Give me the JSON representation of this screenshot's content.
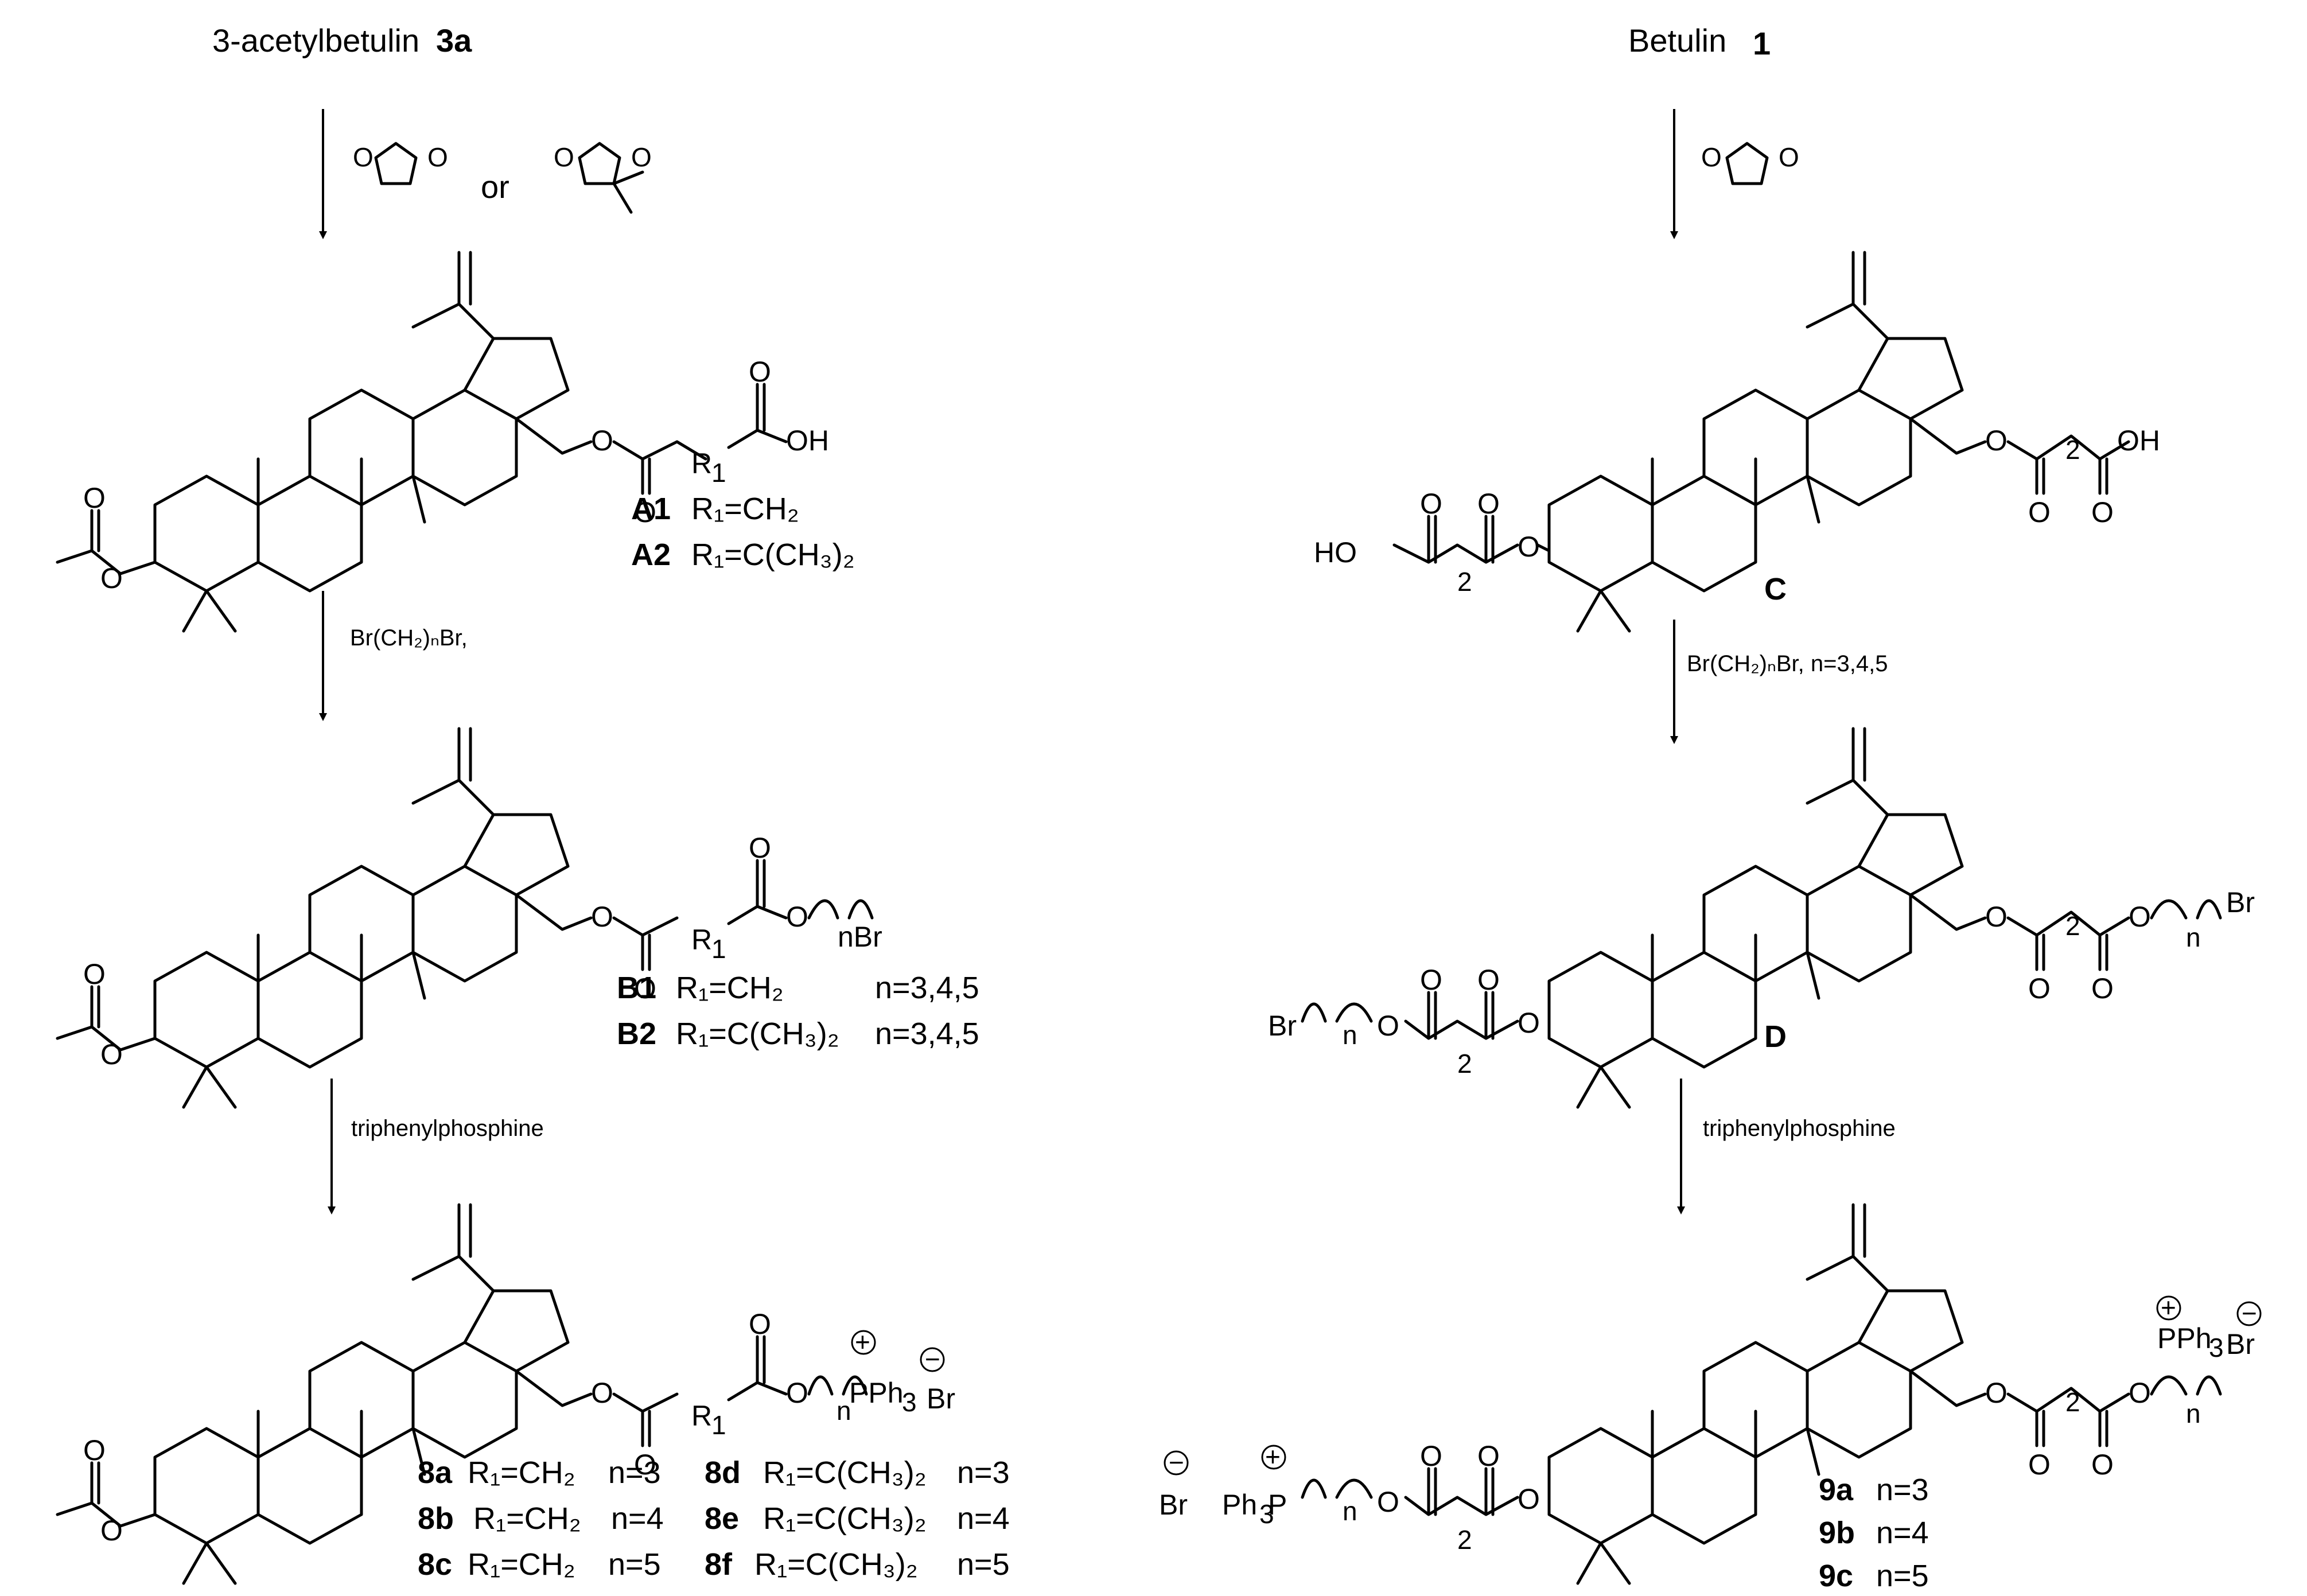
{
  "left": {
    "start": {
      "name": "3-acetylbetulin",
      "num": "3a"
    },
    "step1": {
      "reagent_sep": "or"
    },
    "A": {
      "items": [
        {
          "code": "A1",
          "r": "R₁=CH₂"
        },
        {
          "code": "A2",
          "r": "R₁=C(CH₃)₂"
        }
      ]
    },
    "step2": {
      "reagent": "Br(CH₂)ₙBr,"
    },
    "B": {
      "items": [
        {
          "code": "B1",
          "r": "R₁=CH₂",
          "n": "n=3,4,5"
        },
        {
          "code": "B2",
          "r": "R₁=C(CH₃)₂",
          "n": "n=3,4,5"
        }
      ]
    },
    "step3": {
      "reagent": "triphenylphosphine"
    },
    "products": [
      {
        "code": "8a",
        "r": "R₁=CH₂",
        "n": "n=3"
      },
      {
        "code": "8b",
        "r": "R₁=CH₂",
        "n": "n=4"
      },
      {
        "code": "8c",
        "r": "R₁=CH₂",
        "n": "n=5"
      },
      {
        "code": "8d",
        "r": "R₁=C(CH₃)₂",
        "n": "n=3"
      },
      {
        "code": "8e",
        "r": "R₁=C(CH₃)₂",
        "n": "n=4"
      },
      {
        "code": "8f",
        "r": "R₁=C(CH₃)₂",
        "n": "n=5"
      }
    ]
  },
  "right": {
    "start": {
      "name": "Betulin",
      "num": "1"
    },
    "C": {
      "code": "C"
    },
    "step2": {
      "reagent": "Br(CH₂)ₙBr, n=3,4,5"
    },
    "D": {
      "code": "D"
    },
    "step3": {
      "reagent": "triphenylphosphine"
    },
    "products": [
      {
        "code": "9a",
        "n": "n=3"
      },
      {
        "code": "9b",
        "n": "n=4"
      },
      {
        "code": "9c",
        "n": "n=5"
      }
    ]
  },
  "atoms": {
    "O": "O",
    "OH": "OH",
    "HO": "HO",
    "R1": "R",
    "R1_sub": "1",
    "nBr": "nBr",
    "Br": "Br",
    "n": "n",
    "two": "2",
    "PPh3": "PPh",
    "three": "3",
    "Ph3P": "Ph",
    "P": "P",
    "plus": "+",
    "minus": "−"
  }
}
